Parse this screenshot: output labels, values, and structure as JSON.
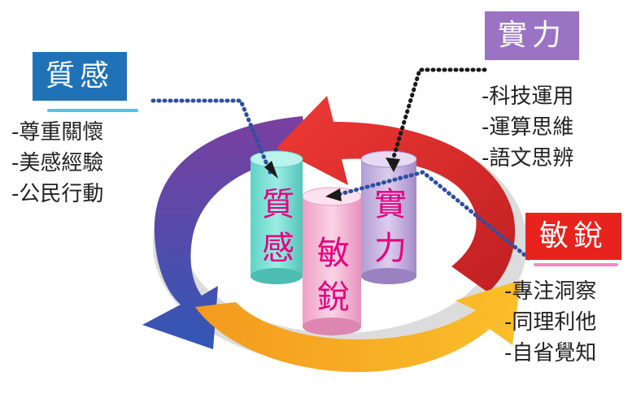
{
  "colors": {
    "quality": "#1f72b8",
    "strength": "#9b73c4",
    "sensitivity": "#e8221d",
    "cyan_cylinder": "#73dfd4",
    "pink_cylinder": "#f3b5d5",
    "lilac_cylinder": "#c7b3e1",
    "cylinder_text": "#e6007e",
    "arrow_red": "#e5282c",
    "arrow_orange": "#f7a822",
    "arrow_purple": "#6d3a96",
    "dotted": "#1a1a1a",
    "dotted_blue": "#2d4fa1"
  },
  "groups": {
    "quality": {
      "title": "質感",
      "items": [
        "-尊重關懷",
        "-美感經驗",
        "-公民行動"
      ]
    },
    "strength": {
      "title": "實力",
      "items": [
        "-科技運用",
        "-運算思維",
        "-語文思辨"
      ]
    },
    "sensitivity": {
      "title": "敏銳",
      "items": [
        "-專注洞察",
        "-同理利他",
        "-自省覺知"
      ]
    }
  },
  "cylinders": {
    "left": "質感",
    "middle": "敏銳",
    "right": "實力"
  }
}
